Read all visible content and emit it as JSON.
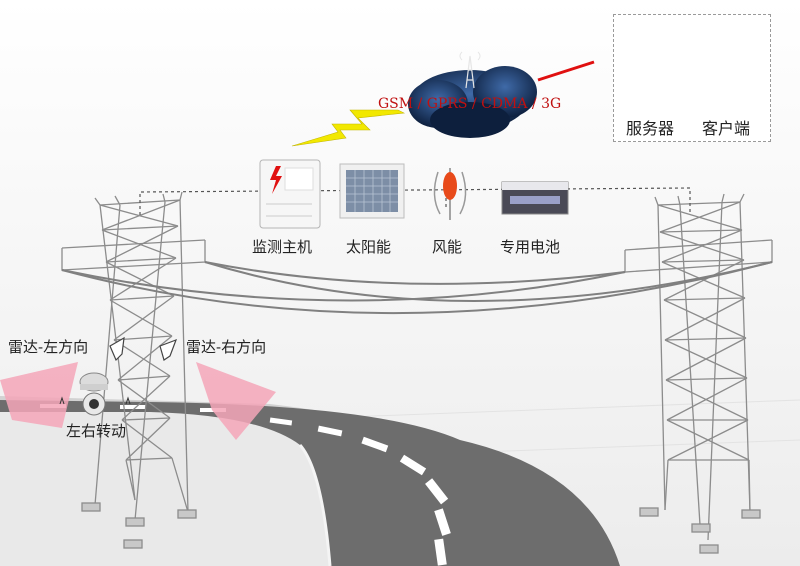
{
  "network": {
    "protocols": "GSM / GPRS / CDMA / 3G"
  },
  "backend": {
    "server": "服务器",
    "client": "客户端"
  },
  "devices": [
    {
      "id": "monitor",
      "label": "监测主机",
      "icon": "monitor-host-icon"
    },
    {
      "id": "solar",
      "label": "太阳能",
      "icon": "solar-panel-icon"
    },
    {
      "id": "wind",
      "label": "风能",
      "icon": "wind-turbine-icon"
    },
    {
      "id": "battery",
      "label": "专用电池",
      "icon": "battery-icon"
    }
  ],
  "radar": {
    "left": "雷达-左方向",
    "right": "雷达-右方向",
    "rotate": "左右转动"
  },
  "colors": {
    "link_red": "#e01010",
    "lightning": "#f2e800",
    "cloud": "#1c3a66",
    "radar_beam": "#f4a6b8",
    "road": "#6d6d6d"
  }
}
